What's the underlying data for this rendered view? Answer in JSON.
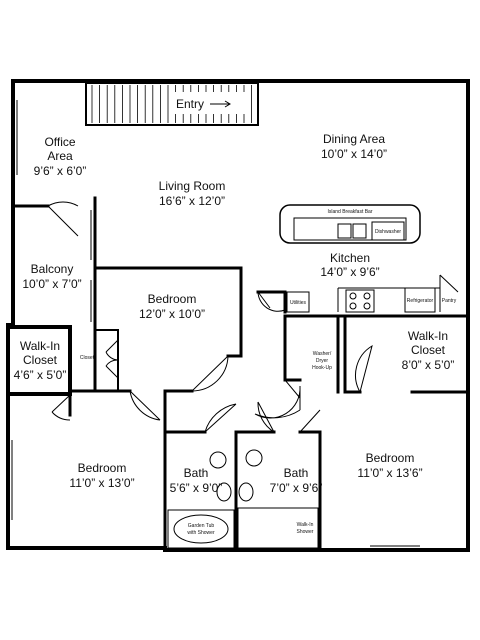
{
  "rooms": {
    "entry": "Entry",
    "office": {
      "name_line1": "Office",
      "name_line2": "Area",
      "dims": "9’6” x 6’0”"
    },
    "living": {
      "name": "Living Room",
      "dims": "16’6” x 12’0”"
    },
    "dining": {
      "name": "Dining Area",
      "dims": "10’0” x 14’0”"
    },
    "kitchen": {
      "name": "Kitchen",
      "dims": "14’0” x 9’6”"
    },
    "balcony": {
      "name": "Balcony",
      "dims": "10’0” x 7’0”"
    },
    "bedroom_center": {
      "name": "Bedroom",
      "dims": "12’0” x 10’0”"
    },
    "walkin_left": {
      "name_line1": "Walk-In",
      "name_line2": "Closet",
      "dims": "4’6” x 5’0”"
    },
    "walkin_right": {
      "name_line1": "Walk-In",
      "name_line2": "Closet",
      "dims": "8’0” x 5’0”"
    },
    "bedroom_left": {
      "name": "Bedroom",
      "dims": "11’0” x 13’0”"
    },
    "bath_left": {
      "name": "Bath",
      "dims": "5’6” x 9’0”"
    },
    "bath_right": {
      "name": "Bath",
      "dims": "7’0” x 9’6”"
    },
    "bedroom_right": {
      "name": "Bedroom",
      "dims": "11’0” x 13’6”"
    }
  },
  "fixtures": {
    "island": "Island Breakfast Bar",
    "dishwasher": "Dishwasher",
    "utilities": "Utilities",
    "refrigerator": "Refrigerator",
    "pantry": "Pantry",
    "closet": "Closet",
    "washer_line1": "Washer/",
    "washer_line2": "Dryer",
    "washer_line3": "Hook-Up",
    "tub_line1": "Garden Tub",
    "tub_line2": "with Shower",
    "shower_line1": "Walk-In",
    "shower_line2": "Shower"
  }
}
